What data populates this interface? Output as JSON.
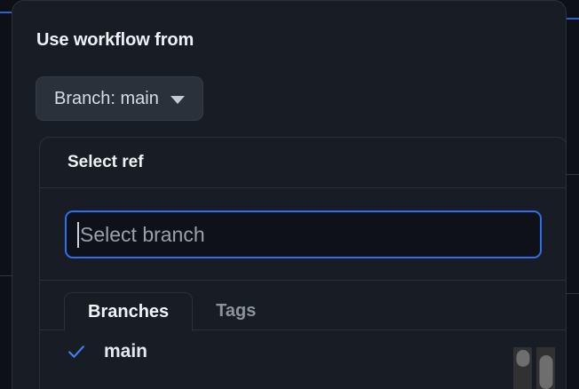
{
  "dialog": {
    "title": "Use workflow from",
    "branch_button": {
      "label": "Branch: main",
      "caret_icon": "chevron-down-icon"
    }
  },
  "ref_picker": {
    "header_title": "Select ref",
    "search": {
      "placeholder": "Select branch",
      "value": "",
      "focused": true,
      "caret_visible": true
    },
    "tabs": [
      {
        "label": "Branches",
        "active": true
      },
      {
        "label": "Tags",
        "active": false
      }
    ],
    "items": [
      {
        "label": "main",
        "selected": true,
        "check_icon": "check-icon"
      }
    ]
  },
  "scrollbars": [
    {
      "name": "list-scrollbar"
    },
    {
      "name": "page-scrollbar"
    }
  ],
  "colors": {
    "page_background": "#0d1117",
    "dialog_background": "#181c24",
    "panel_border": "#2b313b",
    "button_background": "#2b313b",
    "input_background": "#0e1117",
    "focus_ring": "#2f6fed",
    "accent_blue": "#3f7ff0",
    "text_primary": "#eef1f6",
    "text_secondary": "#8b949e",
    "check_color": "#3f7ff0",
    "scrollbar_track": "#313131",
    "scrollbar_thumb": "#6e6e6e"
  }
}
